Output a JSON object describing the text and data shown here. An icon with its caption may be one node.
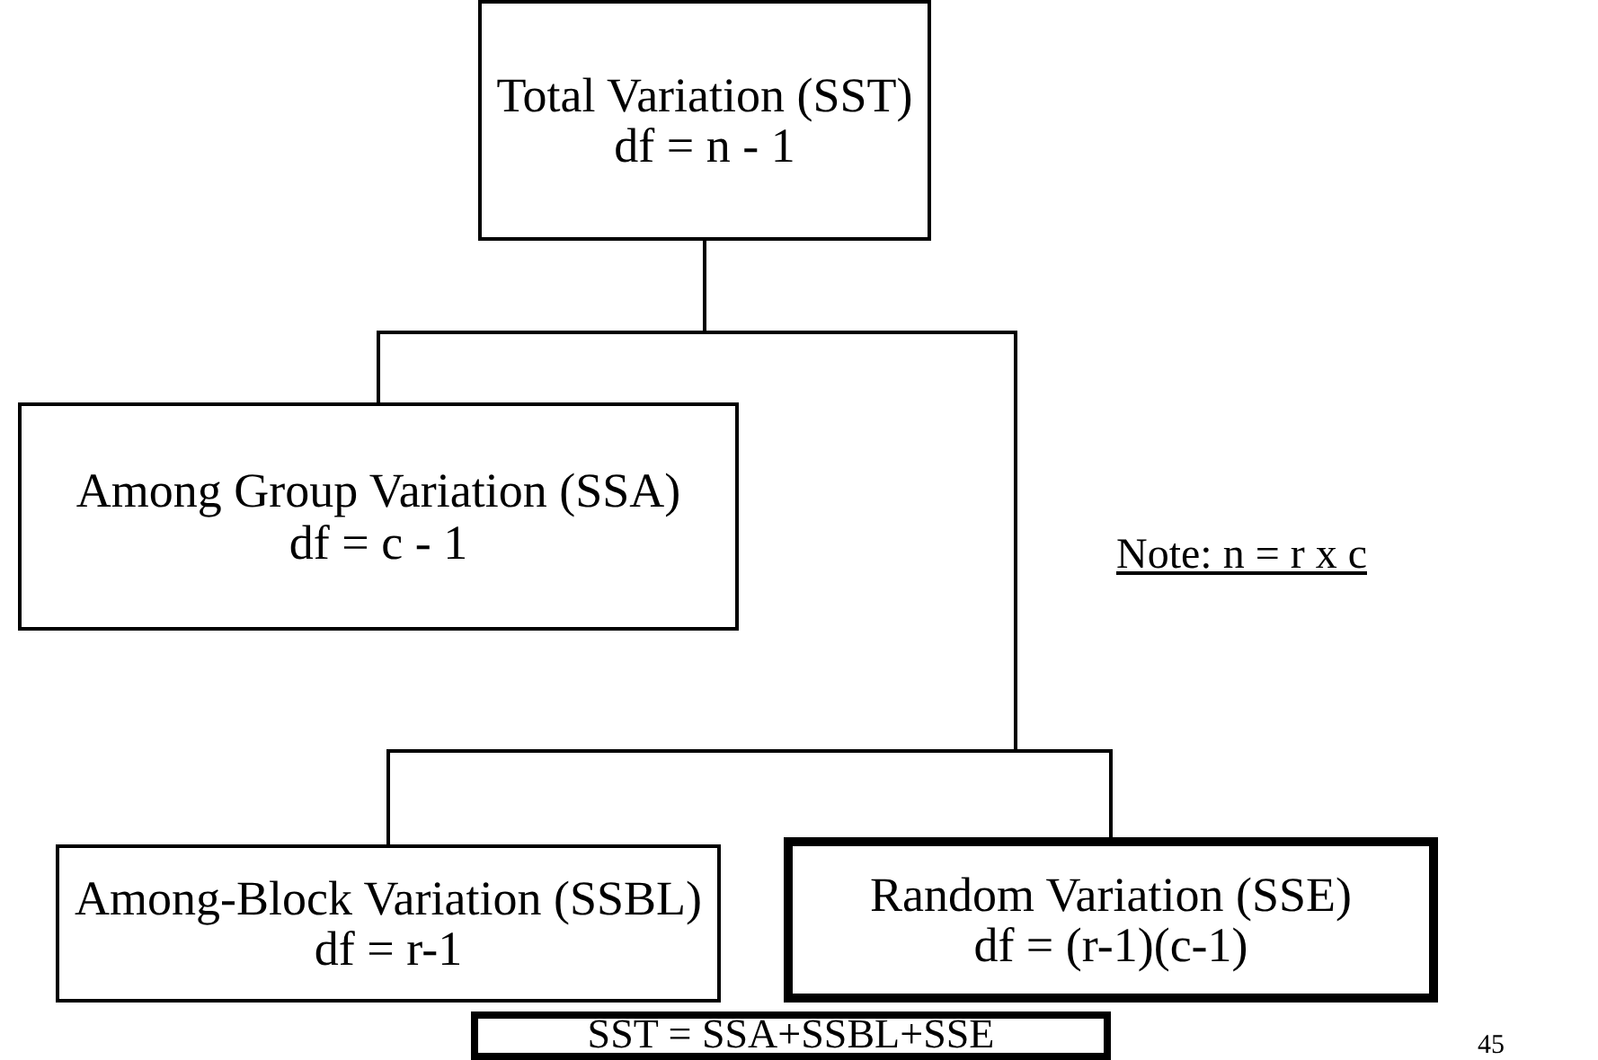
{
  "diagram": {
    "nodes": [
      {
        "text": [
          "Total Variation (SST)",
          "df = n - 1"
        ]
      },
      {
        "text": [
          "Among Group Variation (SSA)",
          "df = c - 1"
        ]
      },
      {
        "text": [
          "Among-Block Variation (SSBL)",
          "df = r-1"
        ]
      },
      {
        "text": [
          "Random Variation (SSE)",
          "df = (r-1)(c-1)"
        ]
      },
      {
        "text": [
          "SST = SSA+SSBL+SSE"
        ]
      }
    ],
    "edges": [
      {
        "from": 0,
        "to": 1,
        "arrow": "none"
      },
      {
        "from": 0,
        "to": 2,
        "arrow": "none"
      },
      {
        "from": 0,
        "to": 3,
        "arrow": "none"
      }
    ],
    "labels": [
      "Note: n = r x c",
      "45"
    ]
  }
}
